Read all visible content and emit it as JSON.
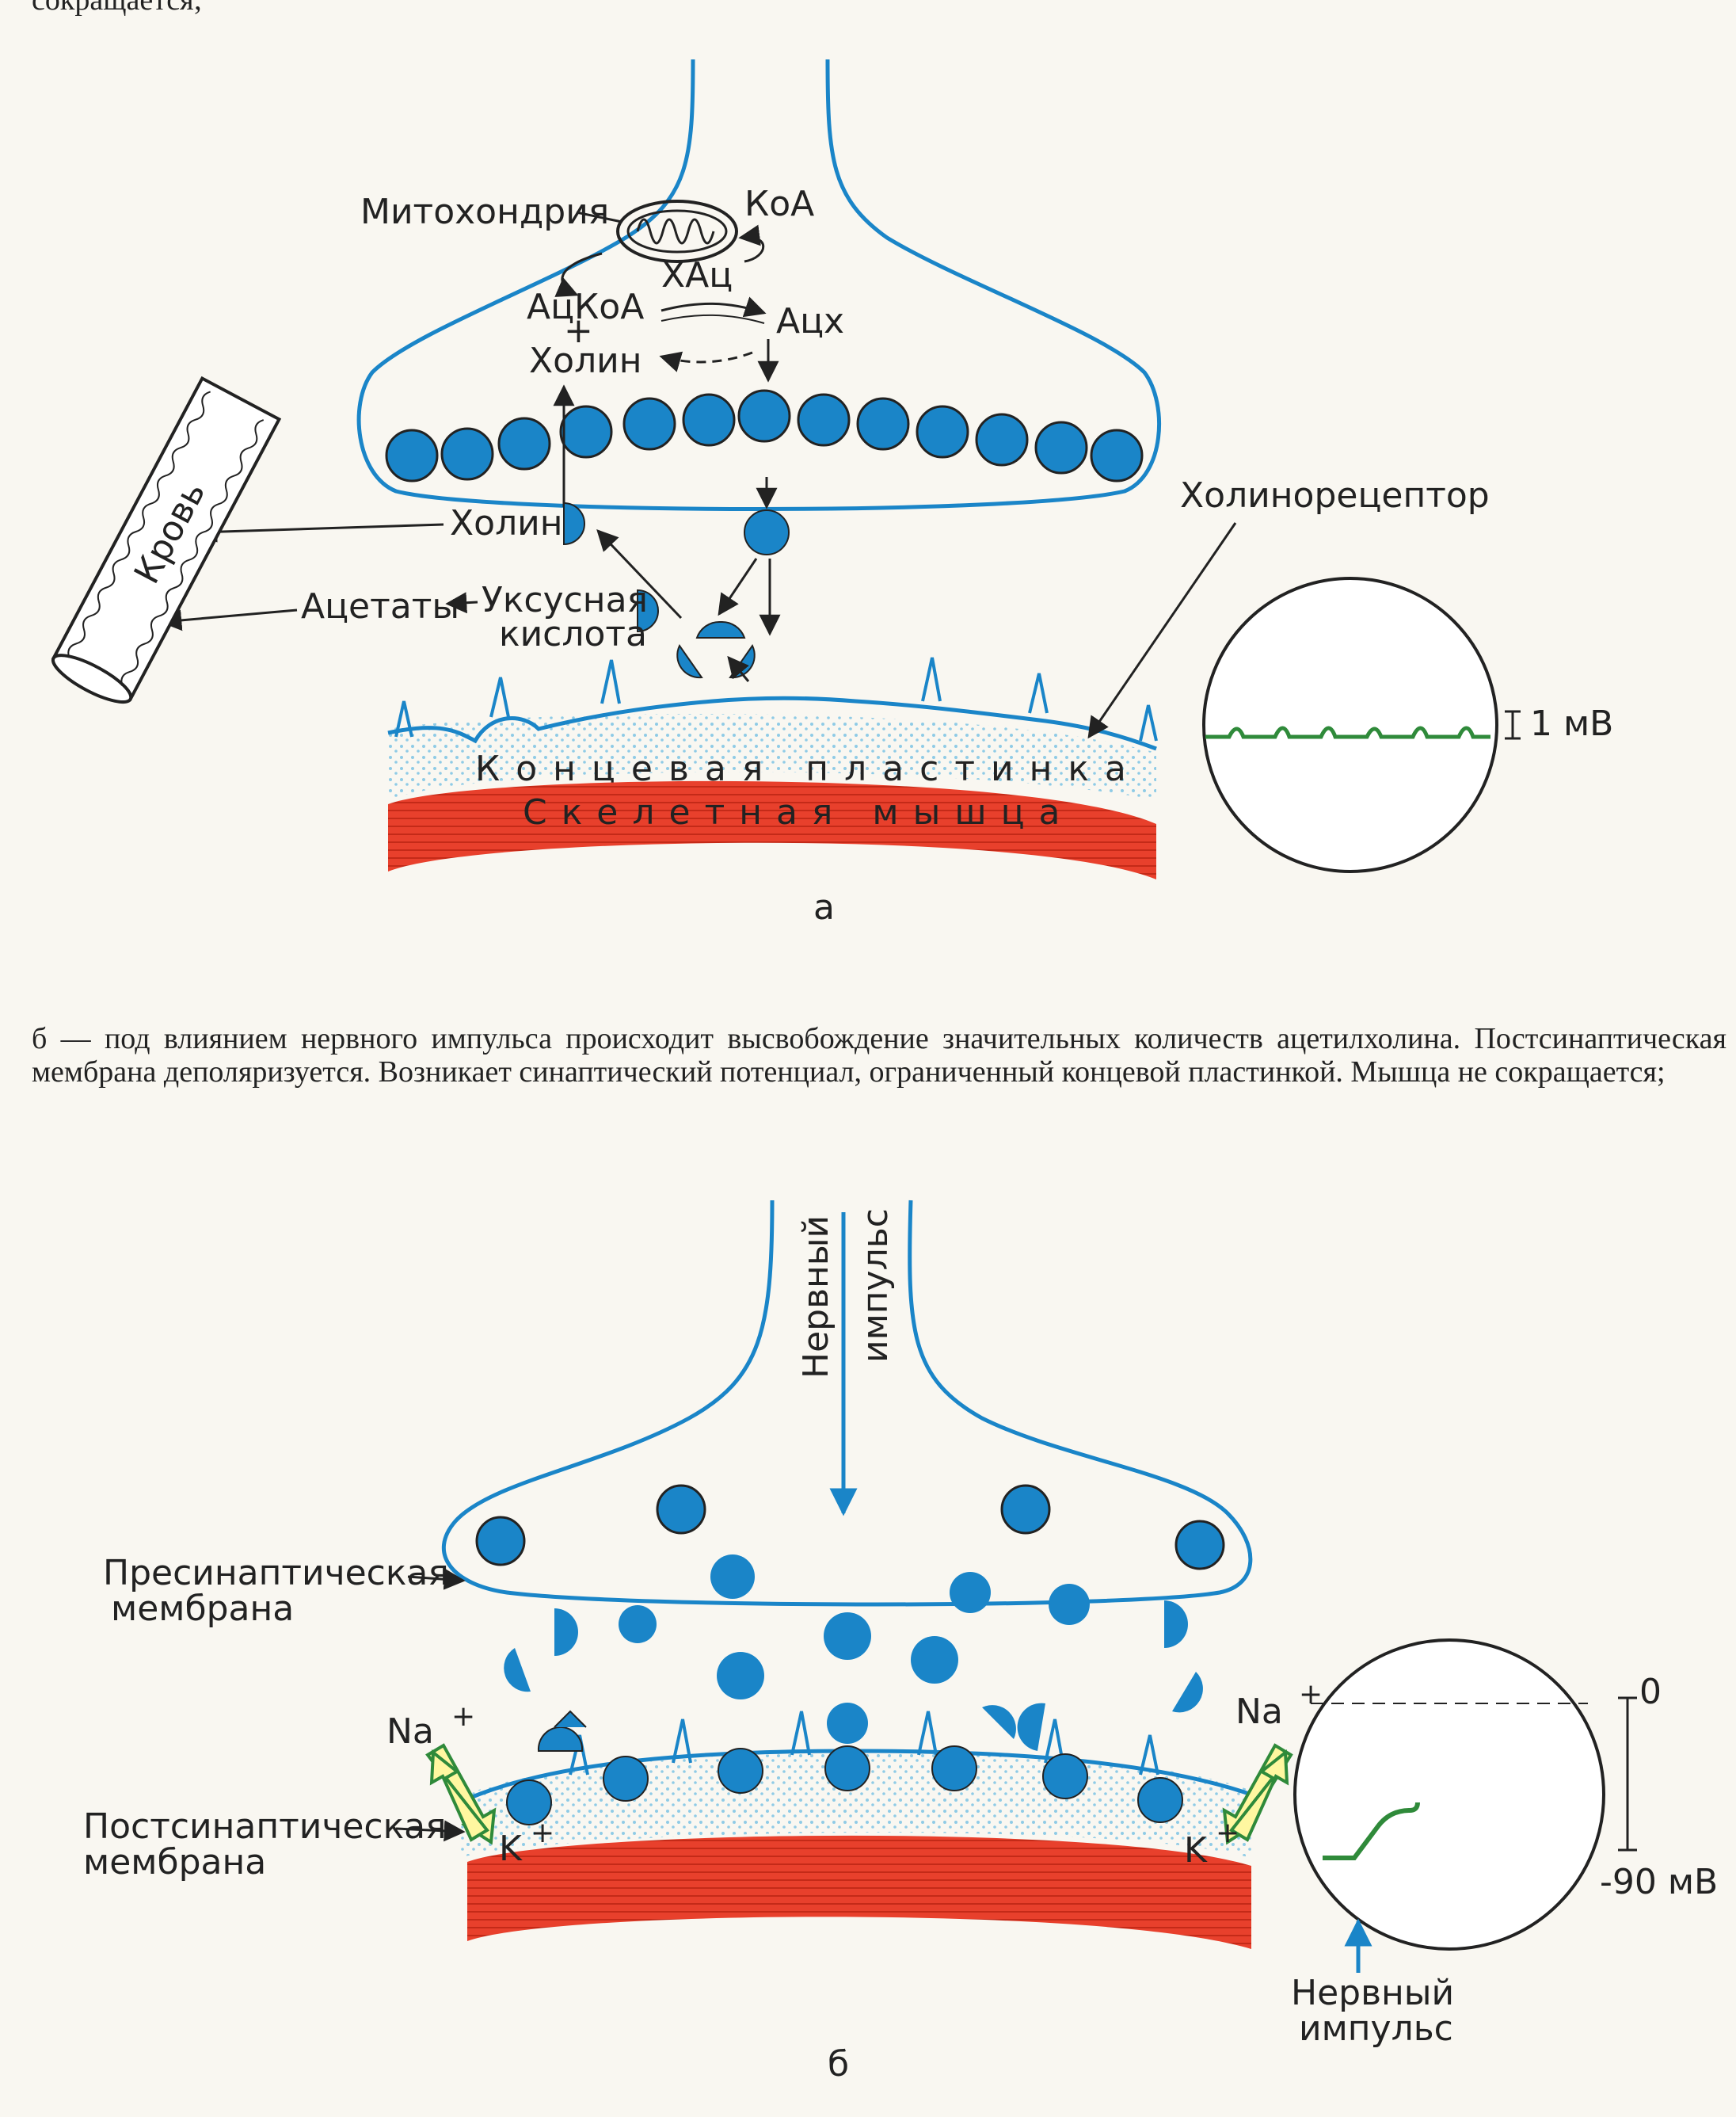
{
  "top_fragment": "сокращается;",
  "panel_a": {
    "mitochondria": "Митохондрия",
    "koa": "КоА",
    "chac": "ХАц",
    "ackoa": "АцКоА",
    "plus": "+",
    "choline": "Холин",
    "ach": "Ацх",
    "choline_out": "Холин",
    "blood": "Кровь",
    "acetates": "Ацетаты",
    "acetic1": "Уксусная",
    "acetic2": "кислота",
    "cholinoreceptor": "Холинорецептор",
    "endplate": "Концевая пластинка",
    "muscle": "Скелетная мышца",
    "scale": "1 мВ",
    "caption": "а"
  },
  "paragraph_b": "б — под влиянием нервного импульса происходит высвобождение значительных количеств ацетилхолина. Постсинаптическая мембрана деполяризуется. Возникает синаптический потенциал, ограниченный концевой пластинкой. Мышца не сокращается;",
  "panel_b": {
    "impulse1": "Нервный",
    "impulse2": "импульс",
    "presyn1": "Пресинаптическая",
    "presyn2": "мембрана",
    "postsyn1": "Постсинаптическая",
    "postsyn2": "мембрана",
    "na": "Na",
    "k": "K",
    "sup_plus": "+",
    "zero": "0",
    "minus90": "-90 мВ",
    "impulse_bottom1": "Нервный",
    "impulse_bottom2": "импульс",
    "caption": "б"
  },
  "colors": {
    "blue": "#1a85c8",
    "muscle": "#e8402c",
    "dots": "#bfe2f2",
    "trace": "#2f8a3a"
  }
}
